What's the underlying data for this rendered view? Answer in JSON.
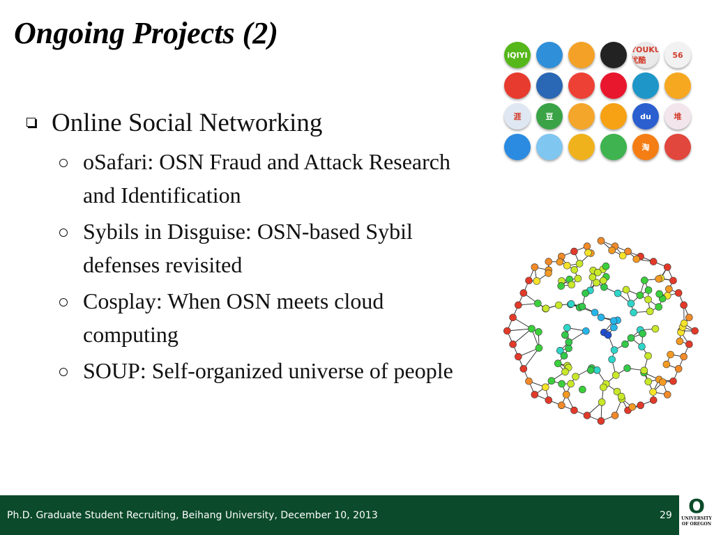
{
  "slide": {
    "title": "Ongoing Projects (2)",
    "bullet": "Online Social Networking",
    "items": [
      "oSafari: OSN Fraud and Attack Research and Identification",
      "Sybils in Disguise: OSN-based Sybil defenses revisited",
      "Cosplay: When OSN meets cloud computing",
      "SOUP: Self-organized universe of people"
    ]
  },
  "icons": [
    {
      "name": "iqiyi-icon",
      "label": "iQIYI",
      "color": "#55b71a"
    },
    {
      "name": "pptv-icon",
      "label": "",
      "color": "#2f8fd8"
    },
    {
      "name": "smile-app-icon",
      "label": "",
      "color": "#f3a227"
    },
    {
      "name": "video-play-icon",
      "label": "",
      "color": "#222222"
    },
    {
      "name": "youku-icon",
      "label": "YOUKU 优酷",
      "color": "#e9e9e9"
    },
    {
      "name": "56-icon",
      "label": "56",
      "color": "#f2f2f2"
    },
    {
      "name": "weibo-icon",
      "label": "",
      "color": "#e63b2e"
    },
    {
      "name": "renren-icon",
      "label": "",
      "color": "#2a67b4"
    },
    {
      "name": "fetion-icon",
      "label": "",
      "color": "#ee4136"
    },
    {
      "name": "star-app-icon",
      "label": "",
      "color": "#e8172d"
    },
    {
      "name": "pengyou-icon",
      "label": "",
      "color": "#1e96c8"
    },
    {
      "name": "phoenix-icon",
      "label": "",
      "color": "#f7a821"
    },
    {
      "name": "ya-app-icon",
      "label": "涯",
      "color": "#dfe8f2"
    },
    {
      "name": "douban-icon",
      "label": "豆",
      "color": "#3aa346"
    },
    {
      "name": "bird-app-icon",
      "label": "",
      "color": "#f4a62a"
    },
    {
      "name": "kaixin-icon",
      "label": "",
      "color": "#f6a214"
    },
    {
      "name": "baidu-icon",
      "label": "du",
      "color": "#2b5fd0"
    },
    {
      "name": "duitang-icon",
      "label": "堆",
      "color": "#f2e6ec"
    },
    {
      "name": "qq-icon",
      "label": "",
      "color": "#2a8be0"
    },
    {
      "name": "chat-bubble-icon",
      "label": "",
      "color": "#7fc6f0"
    },
    {
      "name": "fox-app-icon",
      "label": "",
      "color": "#f0b21c"
    },
    {
      "name": "wechat-icon",
      "label": "",
      "color": "#3fb34f"
    },
    {
      "name": "taobao-icon",
      "label": "淘",
      "color": "#f57e14"
    },
    {
      "name": "plane-app-icon",
      "label": "",
      "color": "#e1473d"
    }
  ],
  "footer": {
    "text": "Ph.D. Graduate Student Recruiting, Beihang University, December 10, 2013",
    "page": "29",
    "logo_letter": "O",
    "logo_line1": "UNIVERSITY",
    "logo_line2": "OF OREGON"
  },
  "colors": {
    "footer_bg": "#0b4a2a"
  }
}
